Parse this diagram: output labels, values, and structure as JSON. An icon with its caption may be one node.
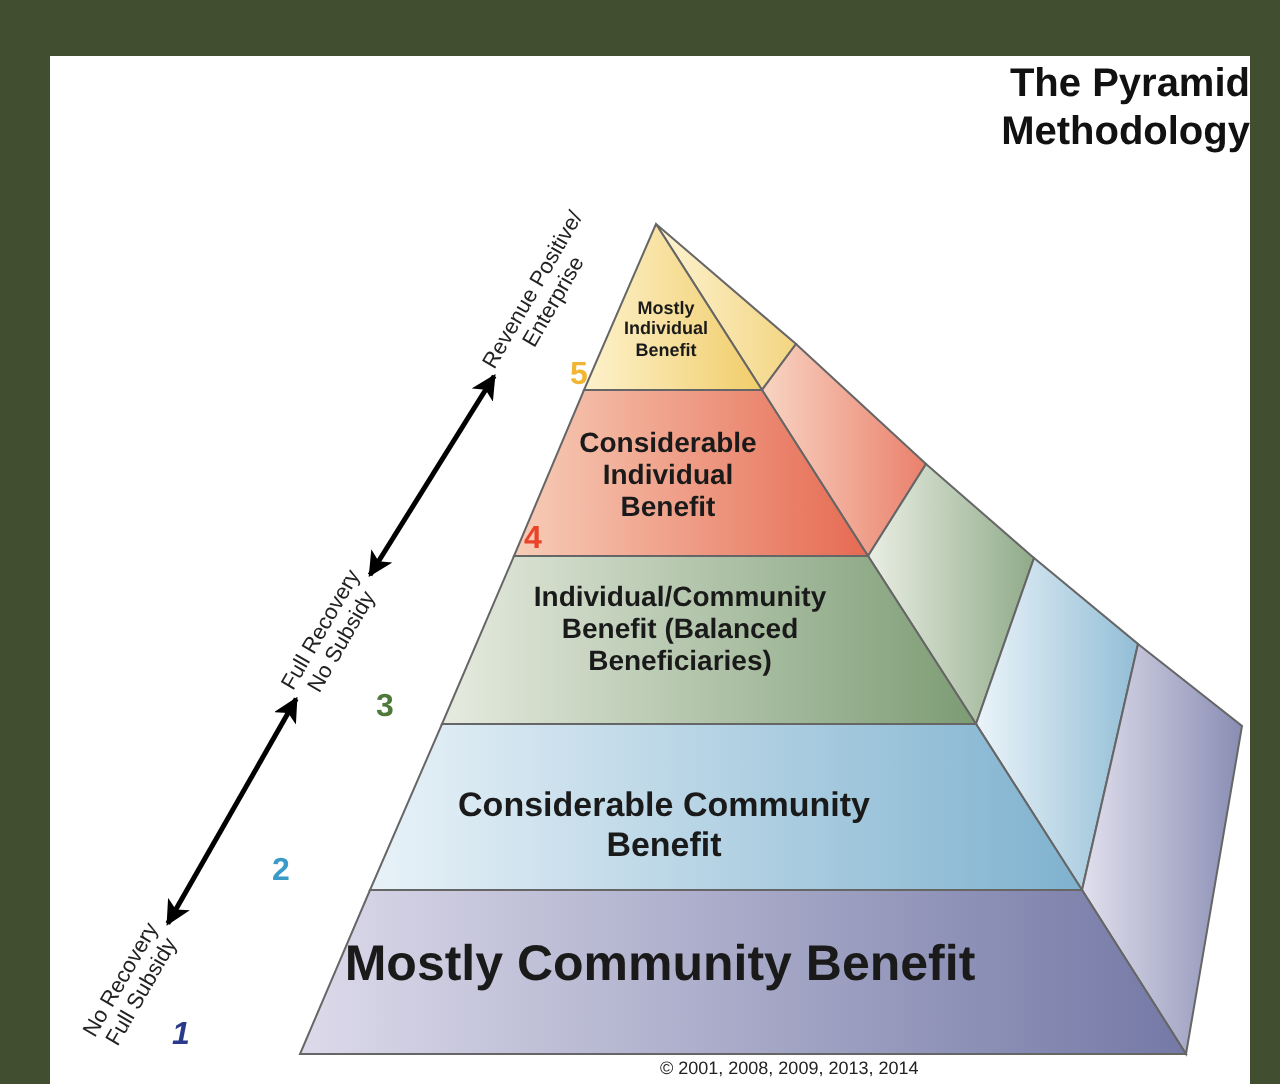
{
  "diagram": {
    "title": "The Pyramid Methodology",
    "nodes": [
      {
        "text": [
          "Mostly Individual Benefit"
        ]
      },
      {
        "text": [
          "Considerable Individual Benefit"
        ]
      },
      {
        "text": [
          "Individual/Community Benefit (Balanced Beneficiaries)"
        ]
      },
      {
        "text": [
          "Considerable Community Benefit"
        ]
      },
      {
        "text": [
          "Mostly Community Benefit"
        ]
      },
      {
        "text": [
          "Revenue Positive/ Enterprise"
        ]
      },
      {
        "text": [
          "Full Recovery No Subsidy"
        ]
      },
      {
        "text": [
          "No Recovery Full Subsidy"
        ]
      }
    ],
    "edges": [
      {
        "from": 7,
        "to": 6,
        "arrow": "both"
      },
      {
        "from": 6,
        "to": 5,
        "arrow": "both"
      }
    ],
    "labels": [
      "5",
      "4",
      "3",
      "2",
      "1",
      "© 2001, 2008, 2009, 2013, 2014"
    ]
  }
}
